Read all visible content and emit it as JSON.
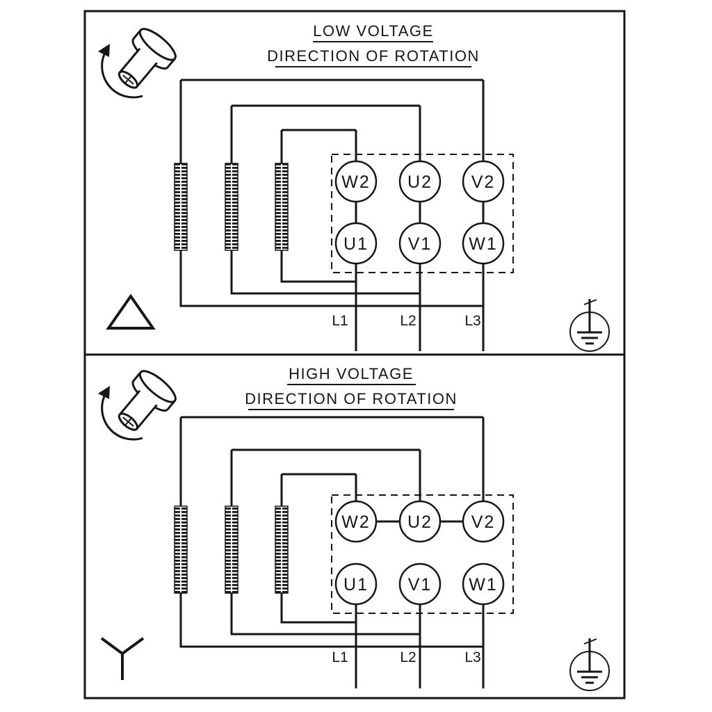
{
  "diagram": {
    "type": "motor-terminal-wiring-diagram",
    "background": "#ffffff",
    "line_color": "#161616"
  },
  "panels": [
    {
      "id": "low-voltage",
      "title": "LOW VOLTAGE",
      "subtitle": "DIRECTION OF ROTATION",
      "connection": "delta",
      "terminals_top": [
        "W2",
        "U2",
        "V2"
      ],
      "terminals_bottom": [
        "U1",
        "V1",
        "W1"
      ],
      "leads": [
        "L1",
        "L2",
        "L3"
      ]
    },
    {
      "id": "high-voltage",
      "title": "HIGH VOLTAGE",
      "subtitle": "DIRECTION OF ROTATION",
      "connection": "star",
      "terminals_top": [
        "W2",
        "U2",
        "V2"
      ],
      "terminals_bottom": [
        "U1",
        "V1",
        "W1"
      ],
      "leads": [
        "L1",
        "L2",
        "L3"
      ]
    }
  ],
  "icons": {
    "rotation": "shaft-rotation-icon",
    "delta": "delta-connection-icon",
    "star": "star-connection-icon",
    "ground": "earth-ground-icon"
  }
}
